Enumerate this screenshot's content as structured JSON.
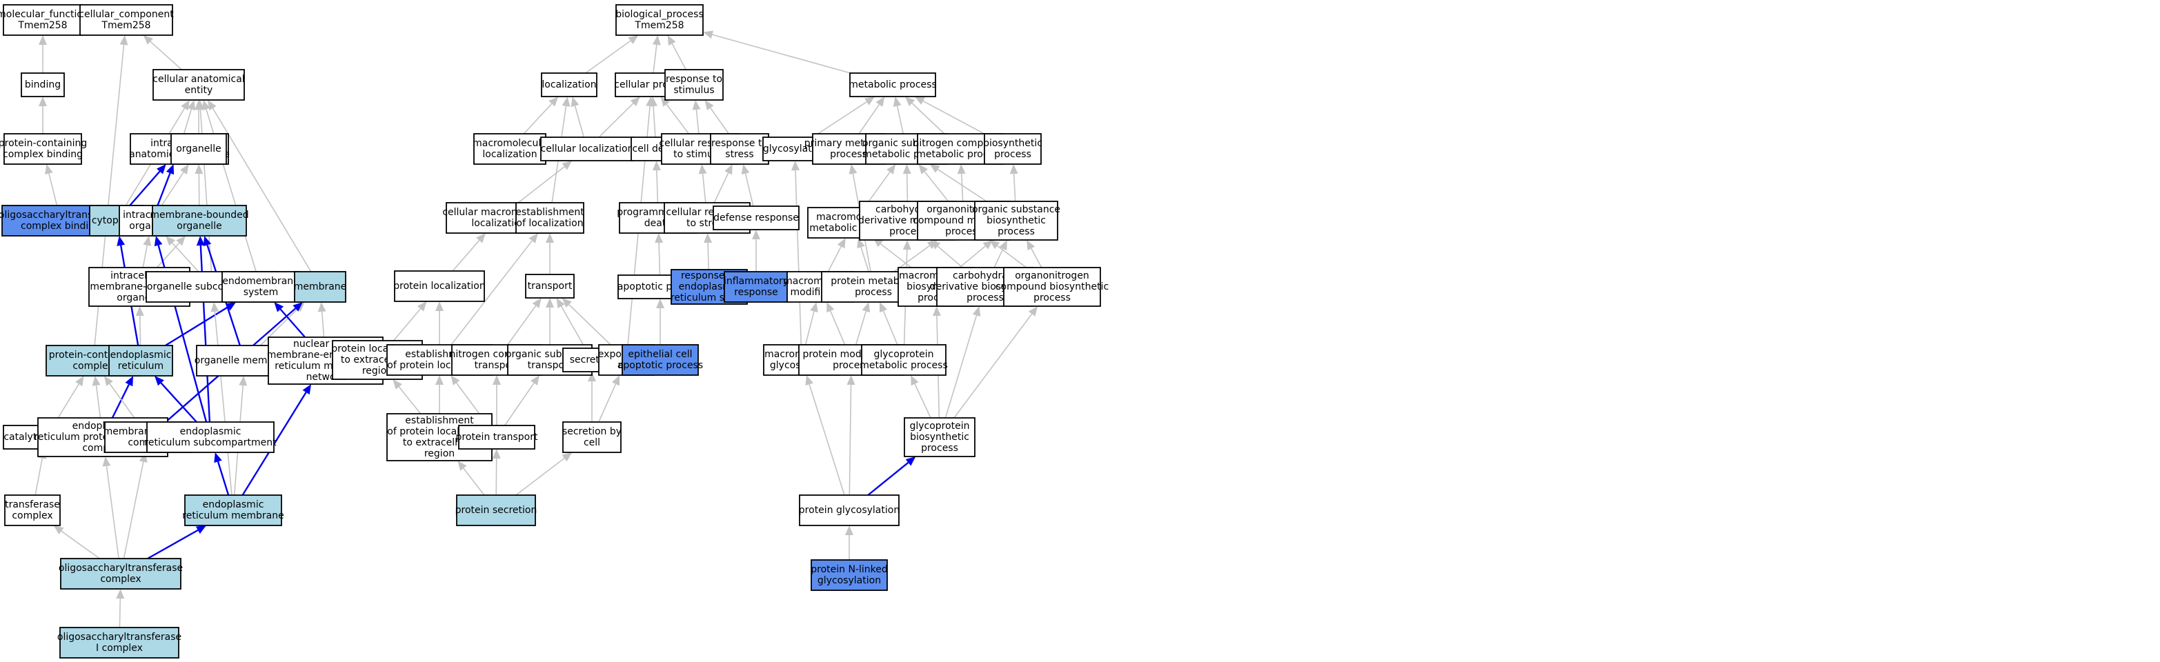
{
  "colors": {
    "plain": "#ffffff",
    "related": "#add8e6",
    "query": "#5b8def",
    "edge_default": "#c3c3c3",
    "edge_highlight": "#0000ee"
  },
  "nodes": [
    {
      "id": "mf_root",
      "lines": [
        "molecular_function",
        "Tmem258"
      ],
      "style": "plain"
    },
    {
      "id": "binding",
      "lines": [
        "binding"
      ],
      "style": "plain"
    },
    {
      "id": "pccb",
      "lines": [
        "protein-containing",
        "complex binding"
      ],
      "style": "plain"
    },
    {
      "id": "ostcb",
      "lines": [
        "oligosaccharyltransferase",
        "complex binding"
      ],
      "style": "query"
    },
    {
      "id": "cc_root",
      "lines": [
        "cellular_component",
        "Tmem258"
      ],
      "style": "plain"
    },
    {
      "id": "cae",
      "lines": [
        "cellular anatomical",
        "entity"
      ],
      "style": "plain"
    },
    {
      "id": "ias",
      "lines": [
        "intracellular",
        "anatomical structure"
      ],
      "style": "plain"
    },
    {
      "id": "organelle",
      "lines": [
        "organelle"
      ],
      "style": "plain"
    },
    {
      "id": "cytoplasm",
      "lines": [
        "cytoplasm"
      ],
      "style": "related"
    },
    {
      "id": "io",
      "lines": [
        "intracellular",
        "organelle"
      ],
      "style": "plain"
    },
    {
      "id": "mbo",
      "lines": [
        "membrane-bounded",
        "organelle"
      ],
      "style": "related"
    },
    {
      "id": "imbo",
      "lines": [
        "intracellular",
        "membrane-bounded",
        "organelle"
      ],
      "style": "plain"
    },
    {
      "id": "osub",
      "lines": [
        "organelle subcompartment"
      ],
      "style": "plain"
    },
    {
      "id": "endomem",
      "lines": [
        "endomembrane",
        "system"
      ],
      "style": "plain"
    },
    {
      "id": "membrane",
      "lines": [
        "membrane"
      ],
      "style": "related"
    },
    {
      "id": "pcc",
      "lines": [
        "protein-containing",
        "complex"
      ],
      "style": "related"
    },
    {
      "id": "er",
      "lines": [
        "endoplasmic",
        "reticulum"
      ],
      "style": "related"
    },
    {
      "id": "omem",
      "lines": [
        "organelle membrane"
      ],
      "style": "plain"
    },
    {
      "id": "nomer",
      "lines": [
        "nuclear outer",
        "membrane-endoplasmic",
        "reticulum membrane",
        "network"
      ],
      "style": "plain"
    },
    {
      "id": "catc",
      "lines": [
        "catalytic complex"
      ],
      "style": "plain"
    },
    {
      "id": "erpcc",
      "lines": [
        "endoplasmic",
        "reticulum protein-containing",
        "complex"
      ],
      "style": "plain"
    },
    {
      "id": "mpc",
      "lines": [
        "membrane protein",
        "complex"
      ],
      "style": "plain"
    },
    {
      "id": "ersub",
      "lines": [
        "endoplasmic",
        "reticulum subcompartment"
      ],
      "style": "plain"
    },
    {
      "id": "transc",
      "lines": [
        "transferase",
        "complex"
      ],
      "style": "plain"
    },
    {
      "id": "erm",
      "lines": [
        "endoplasmic",
        "reticulum membrane"
      ],
      "style": "related"
    },
    {
      "id": "ostc",
      "lines": [
        "oligosaccharyltransferase",
        "complex"
      ],
      "style": "related"
    },
    {
      "id": "ostc1",
      "lines": [
        "oligosaccharyltransferase",
        "I complex"
      ],
      "style": "related"
    },
    {
      "id": "bp_root",
      "lines": [
        "biological_process",
        "Tmem258"
      ],
      "style": "plain"
    },
    {
      "id": "loc",
      "lines": [
        "localization"
      ],
      "style": "plain"
    },
    {
      "id": "cproc",
      "lines": [
        "cellular process"
      ],
      "style": "plain"
    },
    {
      "id": "rstim",
      "lines": [
        "response to",
        "stimulus"
      ],
      "style": "plain"
    },
    {
      "id": "metab",
      "lines": [
        "metabolic process"
      ],
      "style": "plain"
    },
    {
      "id": "mmloc",
      "lines": [
        "macromolecule",
        "localization"
      ],
      "style": "plain"
    },
    {
      "id": "cloc",
      "lines": [
        "cellular localization"
      ],
      "style": "plain"
    },
    {
      "id": "cdeath",
      "lines": [
        "cell death"
      ],
      "style": "plain"
    },
    {
      "id": "crstim",
      "lines": [
        "cellular response",
        "to stimulus"
      ],
      "style": "plain"
    },
    {
      "id": "rstress",
      "lines": [
        "response to",
        "stress"
      ],
      "style": "plain"
    },
    {
      "id": "glyc",
      "lines": [
        "glycosylation"
      ],
      "style": "plain"
    },
    {
      "id": "pmp",
      "lines": [
        "primary metabolic",
        "process"
      ],
      "style": "plain"
    },
    {
      "id": "osmp",
      "lines": [
        "organic substance",
        "metabolic process"
      ],
      "style": "plain"
    },
    {
      "id": "ncmp",
      "lines": [
        "nitrogen compound",
        "metabolic process"
      ],
      "style": "plain"
    },
    {
      "id": "bsp",
      "lines": [
        "biosynthetic",
        "process"
      ],
      "style": "plain"
    },
    {
      "id": "cmmloc",
      "lines": [
        "cellular macromolecule",
        "localization"
      ],
      "style": "plain"
    },
    {
      "id": "estloc",
      "lines": [
        "establishment",
        "of localization"
      ],
      "style": "plain"
    },
    {
      "id": "pcd",
      "lines": [
        "programmed cell",
        "death"
      ],
      "style": "plain"
    },
    {
      "id": "crstress",
      "lines": [
        "cellular response",
        "to stress"
      ],
      "style": "plain"
    },
    {
      "id": "defresp",
      "lines": [
        "defense response"
      ],
      "style": "plain"
    },
    {
      "id": "mmmp",
      "lines": [
        "macromolecule",
        "metabolic process"
      ],
      "style": "plain"
    },
    {
      "id": "cdmp",
      "lines": [
        "carbohydrate",
        "derivative metabolic",
        "process"
      ],
      "style": "plain"
    },
    {
      "id": "onmp",
      "lines": [
        "organonitrogen",
        "compound metabolic",
        "process"
      ],
      "style": "plain"
    },
    {
      "id": "osbp",
      "lines": [
        "organic substance",
        "biosynthetic",
        "process"
      ],
      "style": "plain"
    },
    {
      "id": "ploc",
      "lines": [
        "protein localization"
      ],
      "style": "plain"
    },
    {
      "id": "transport",
      "lines": [
        "transport"
      ],
      "style": "plain"
    },
    {
      "id": "apop",
      "lines": [
        "apoptotic process"
      ],
      "style": "plain"
    },
    {
      "id": "rerstress",
      "lines": [
        "response to",
        "endoplasmic",
        "reticulum stress"
      ],
      "style": "query"
    },
    {
      "id": "inflam",
      "lines": [
        "inflammatory",
        "response"
      ],
      "style": "query"
    },
    {
      "id": "mmmod",
      "lines": [
        "macromolecule",
        "modification"
      ],
      "style": "plain"
    },
    {
      "id": "protmp",
      "lines": [
        "protein metabolic",
        "process"
      ],
      "style": "plain"
    },
    {
      "id": "mmbp",
      "lines": [
        "macromolecule",
        "biosynthetic",
        "process"
      ],
      "style": "plain"
    },
    {
      "id": "cdbp",
      "lines": [
        "carbohydrate",
        "derivative biosynthetic",
        "process"
      ],
      "style": "plain"
    },
    {
      "id": "onbp",
      "lines": [
        "organonitrogen",
        "compound biosynthetic",
        "process"
      ],
      "style": "plain"
    },
    {
      "id": "plocecr",
      "lines": [
        "protein localization",
        "to extracellular",
        "region"
      ],
      "style": "plain"
    },
    {
      "id": "estploc",
      "lines": [
        "establishment",
        "of protein localization"
      ],
      "style": "plain"
    },
    {
      "id": "nctrans",
      "lines": [
        "nitrogen compound",
        "transport"
      ],
      "style": "plain"
    },
    {
      "id": "ostrans",
      "lines": [
        "organic substance",
        "transport"
      ],
      "style": "plain"
    },
    {
      "id": "secretion",
      "lines": [
        "secretion"
      ],
      "style": "plain"
    },
    {
      "id": "expcell",
      "lines": [
        "export from",
        "cell"
      ],
      "style": "plain"
    },
    {
      "id": "eap",
      "lines": [
        "epithelial cell",
        "apoptotic process"
      ],
      "style": "query"
    },
    {
      "id": "mmglyc",
      "lines": [
        "macromolecule",
        "glycosylation"
      ],
      "style": "plain"
    },
    {
      "id": "pmodp",
      "lines": [
        "protein modification",
        "process"
      ],
      "style": "plain"
    },
    {
      "id": "gpmp",
      "lines": [
        "glycoprotein",
        "metabolic process"
      ],
      "style": "plain"
    },
    {
      "id": "estplocecr",
      "lines": [
        "establishment",
        "of protein localization",
        "to extracellular",
        "region"
      ],
      "style": "plain"
    },
    {
      "id": "ptrans",
      "lines": [
        "protein transport"
      ],
      "style": "plain"
    },
    {
      "id": "secbycell",
      "lines": [
        "secretion by",
        "cell"
      ],
      "style": "plain"
    },
    {
      "id": "gpbp",
      "lines": [
        "glycoprotein",
        "biosynthetic",
        "process"
      ],
      "style": "plain"
    },
    {
      "id": "psec",
      "lines": [
        "protein secretion"
      ],
      "style": "related"
    },
    {
      "id": "pglyc",
      "lines": [
        "protein glycosylation"
      ],
      "style": "plain"
    },
    {
      "id": "pnglyc",
      "lines": [
        "protein N-linked",
        "glycosylation"
      ],
      "style": "query"
    }
  ],
  "edges": [
    {
      "child": "binding",
      "parent": "mf_root",
      "hl": false
    },
    {
      "child": "pccb",
      "parent": "binding",
      "hl": false
    },
    {
      "child": "ostcb",
      "parent": "pccb",
      "hl": false
    },
    {
      "child": "cae",
      "parent": "cc_root",
      "hl": false
    },
    {
      "child": "pcc",
      "parent": "cc_root",
      "hl": false
    },
    {
      "child": "ias",
      "parent": "cae",
      "hl": false
    },
    {
      "child": "organelle",
      "parent": "cae",
      "hl": false
    },
    {
      "child": "cytoplasm",
      "parent": "cae",
      "hl": false
    },
    {
      "child": "endomem",
      "parent": "cae",
      "hl": false
    },
    {
      "child": "membrane",
      "parent": "cae",
      "hl": false
    },
    {
      "child": "osub",
      "parent": "cae",
      "hl": false
    },
    {
      "child": "cytoplasm",
      "parent": "ias",
      "hl": true
    },
    {
      "child": "io",
      "parent": "ias",
      "hl": true
    },
    {
      "child": "io",
      "parent": "organelle",
      "hl": false
    },
    {
      "child": "mbo",
      "parent": "organelle",
      "hl": false
    },
    {
      "child": "imbo",
      "parent": "io",
      "hl": false
    },
    {
      "child": "imbo",
      "parent": "mbo",
      "hl": false
    },
    {
      "child": "osub",
      "parent": "io",
      "hl": false
    },
    {
      "child": "er",
      "parent": "cytoplasm",
      "hl": true
    },
    {
      "child": "er",
      "parent": "imbo",
      "hl": false
    },
    {
      "child": "er",
      "parent": "endomem",
      "hl": true
    },
    {
      "child": "ersub",
      "parent": "io",
      "hl": true
    },
    {
      "child": "ersub",
      "parent": "mbo",
      "hl": true
    },
    {
      "child": "omem",
      "parent": "mbo",
      "hl": true
    },
    {
      "child": "omem",
      "parent": "membrane",
      "hl": false
    },
    {
      "child": "nomer",
      "parent": "endomem",
      "hl": true
    },
    {
      "child": "nomer",
      "parent": "membrane",
      "hl": false
    },
    {
      "child": "mpc",
      "parent": "membrane",
      "hl": true
    },
    {
      "child": "ersub",
      "parent": "er",
      "hl": true
    },
    {
      "child": "erpcc",
      "parent": "er",
      "hl": true
    },
    {
      "child": "erpcc",
      "parent": "pcc",
      "hl": false
    },
    {
      "child": "catc",
      "parent": "pcc",
      "hl": false
    },
    {
      "child": "mpc",
      "parent": "pcc",
      "hl": false
    },
    {
      "child": "transc",
      "parent": "catc",
      "hl": false
    },
    {
      "child": "erm",
      "parent": "ersub",
      "hl": true
    },
    {
      "child": "erm",
      "parent": "nomer",
      "hl": true
    },
    {
      "child": "erm",
      "parent": "omem",
      "hl": false
    },
    {
      "child": "erm",
      "parent": "osub",
      "hl": false
    },
    {
      "child": "ostc",
      "parent": "erpcc",
      "hl": false
    },
    {
      "child": "ostc",
      "parent": "mpc",
      "hl": false
    },
    {
      "child": "ostc",
      "parent": "transc",
      "hl": false
    },
    {
      "child": "ostc",
      "parent": "erm",
      "hl": true
    },
    {
      "child": "ostc1",
      "parent": "ostc",
      "hl": false
    },
    {
      "child": "loc",
      "parent": "bp_root",
      "hl": false
    },
    {
      "child": "cproc",
      "parent": "bp_root",
      "hl": false
    },
    {
      "child": "rstim",
      "parent": "bp_root",
      "hl": false
    },
    {
      "child": "metab",
      "parent": "bp_root",
      "hl": false
    },
    {
      "child": "mmloc",
      "parent": "loc",
      "hl": false
    },
    {
      "child": "cloc",
      "parent": "loc",
      "hl": false
    },
    {
      "child": "cloc",
      "parent": "cproc",
      "hl": false
    },
    {
      "child": "estloc",
      "parent": "loc",
      "hl": false
    },
    {
      "child": "cdeath",
      "parent": "cproc",
      "hl": false
    },
    {
      "child": "crstim",
      "parent": "cproc",
      "hl": false
    },
    {
      "child": "crstim",
      "parent": "rstim",
      "hl": false
    },
    {
      "child": "rstress",
      "parent": "rstim",
      "hl": false
    },
    {
      "child": "expcell",
      "parent": "cproc",
      "hl": false
    },
    {
      "child": "glyc",
      "parent": "metab",
      "hl": false
    },
    {
      "child": "pmp",
      "parent": "metab",
      "hl": false
    },
    {
      "child": "osmp",
      "parent": "metab",
      "hl": false
    },
    {
      "child": "ncmp",
      "parent": "metab",
      "hl": false
    },
    {
      "child": "bsp",
      "parent": "metab",
      "hl": false
    },
    {
      "child": "cmmloc",
      "parent": "cloc",
      "hl": false
    },
    {
      "child": "pcd",
      "parent": "cdeath",
      "hl": false
    },
    {
      "child": "crstress",
      "parent": "crstim",
      "hl": false
    },
    {
      "child": "crstress",
      "parent": "rstress",
      "hl": false
    },
    {
      "child": "defresp",
      "parent": "rstress",
      "hl": false
    },
    {
      "child": "mmmp",
      "parent": "osmp",
      "hl": false
    },
    {
      "child": "cdmp",
      "parent": "osmp",
      "hl": false
    },
    {
      "child": "onmp",
      "parent": "osmp",
      "hl": false
    },
    {
      "child": "onmp",
      "parent": "ncmp",
      "hl": false
    },
    {
      "child": "osbp",
      "parent": "osmp",
      "hl": false
    },
    {
      "child": "osbp",
      "parent": "bsp",
      "hl": false
    },
    {
      "child": "ploc",
      "parent": "cmmloc",
      "hl": false
    },
    {
      "child": "transport",
      "parent": "estloc",
      "hl": false
    },
    {
      "child": "apop",
      "parent": "pcd",
      "hl": false
    },
    {
      "child": "rerstress",
      "parent": "crstress",
      "hl": false
    },
    {
      "child": "inflam",
      "parent": "defresp",
      "hl": false
    },
    {
      "child": "mmmod",
      "parent": "mmmp",
      "hl": false
    },
    {
      "child": "protmp",
      "parent": "mmmp",
      "hl": false
    },
    {
      "child": "protmp",
      "parent": "pmp",
      "hl": false
    },
    {
      "child": "protmp",
      "parent": "onmp",
      "hl": false
    },
    {
      "child": "mmbp",
      "parent": "mmmp",
      "hl": false
    },
    {
      "child": "mmbp",
      "parent": "osbp",
      "hl": false
    },
    {
      "child": "cdbp",
      "parent": "cdmp",
      "hl": false
    },
    {
      "child": "cdbp",
      "parent": "osbp",
      "hl": false
    },
    {
      "child": "onbp",
      "parent": "onmp",
      "hl": false
    },
    {
      "child": "onbp",
      "parent": "osbp",
      "hl": false
    },
    {
      "child": "plocecr",
      "parent": "ploc",
      "hl": false
    },
    {
      "child": "estploc",
      "parent": "ploc",
      "hl": false
    },
    {
      "child": "estploc",
      "parent": "estloc",
      "hl": false
    },
    {
      "child": "nctrans",
      "parent": "transport",
      "hl": false
    },
    {
      "child": "ostrans",
      "parent": "transport",
      "hl": false
    },
    {
      "child": "secretion",
      "parent": "transport",
      "hl": false
    },
    {
      "child": "expcell",
      "parent": "transport",
      "hl": false
    },
    {
      "child": "eap",
      "parent": "apop",
      "hl": false
    },
    {
      "child": "mmglyc",
      "parent": "glyc",
      "hl": false
    },
    {
      "child": "mmglyc",
      "parent": "mmmod",
      "hl": false
    },
    {
      "child": "pmodp",
      "parent": "mmmod",
      "hl": false
    },
    {
      "child": "pmodp",
      "parent": "protmp",
      "hl": false
    },
    {
      "child": "gpmp",
      "parent": "protmp",
      "hl": false
    },
    {
      "child": "gpmp",
      "parent": "cdmp",
      "hl": false
    },
    {
      "child": "estplocecr",
      "parent": "plocecr",
      "hl": false
    },
    {
      "child": "estplocecr",
      "parent": "estploc",
      "hl": false
    },
    {
      "child": "ptrans",
      "parent": "estploc",
      "hl": false
    },
    {
      "child": "ptrans",
      "parent": "nctrans",
      "hl": false
    },
    {
      "child": "ptrans",
      "parent": "ostrans",
      "hl": false
    },
    {
      "child": "secbycell",
      "parent": "secretion",
      "hl": false
    },
    {
      "child": "secbycell",
      "parent": "expcell",
      "hl": false
    },
    {
      "child": "gpbp",
      "parent": "gpmp",
      "hl": false
    },
    {
      "child": "gpbp",
      "parent": "mmbp",
      "hl": false
    },
    {
      "child": "gpbp",
      "parent": "cdbp",
      "hl": false
    },
    {
      "child": "gpbp",
      "parent": "onbp",
      "hl": false
    },
    {
      "child": "psec",
      "parent": "estplocecr",
      "hl": false
    },
    {
      "child": "psec",
      "parent": "ptrans",
      "hl": false
    },
    {
      "child": "psec",
      "parent": "secbycell",
      "hl": false
    },
    {
      "child": "pglyc",
      "parent": "mmglyc",
      "hl": false
    },
    {
      "child": "pglyc",
      "parent": "pmodp",
      "hl": false
    },
    {
      "child": "pglyc",
      "parent": "gpbp",
      "hl": true
    },
    {
      "child": "pnglyc",
      "parent": "pglyc",
      "hl": false
    }
  ]
}
